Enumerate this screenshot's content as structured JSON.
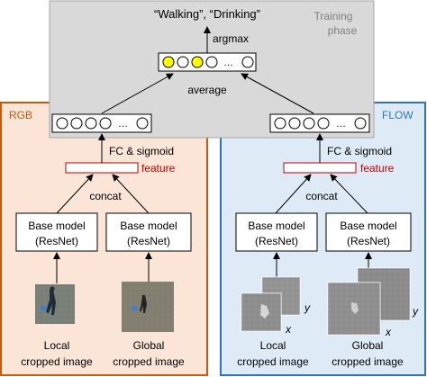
{
  "output": {
    "labels_text": "“Walking”, “Drinking”",
    "argmax_label": "argmax",
    "average_label": "average",
    "ellipsis": "…"
  },
  "training_phase": {
    "line1": "Training",
    "line2": "phase"
  },
  "rgb_panel": {
    "title": "RGB",
    "fc_label": "FC & sigmoid",
    "feature_label": "feature",
    "concat_label": "concat",
    "left_model": {
      "line1": "Base model",
      "line2": "(ResNet)"
    },
    "right_model": {
      "line1": "Base model",
      "line2": "(ResNet)"
    },
    "left_caption": {
      "line1": "Local",
      "line2": "cropped image"
    },
    "right_caption": {
      "line1": "Global",
      "line2": "cropped image"
    }
  },
  "flow_panel": {
    "title": "FLOW",
    "fc_label": "FC & sigmoid",
    "feature_label": "feature",
    "concat_label": "concat",
    "left_model": {
      "line1": "Base model",
      "line2": "(ResNet)"
    },
    "right_model": {
      "line1": "Base model",
      "line2": "(ResNet)"
    },
    "left_caption": {
      "line1": "Local",
      "line2": "cropped image"
    },
    "right_caption": {
      "line1": "Global",
      "line2": "cropped image"
    },
    "axis_x": "x",
    "axis_y": "y"
  },
  "colors": {
    "rgb_panel_bg": "#fbe5d6",
    "rgb_panel_border": "#c55a11",
    "flow_panel_bg": "#deebf7",
    "flow_panel_border": "#2e75b6",
    "training_bg": "#d9d9d9",
    "feature_red": "#c00000",
    "highlight_yellow": "#ffff00"
  }
}
